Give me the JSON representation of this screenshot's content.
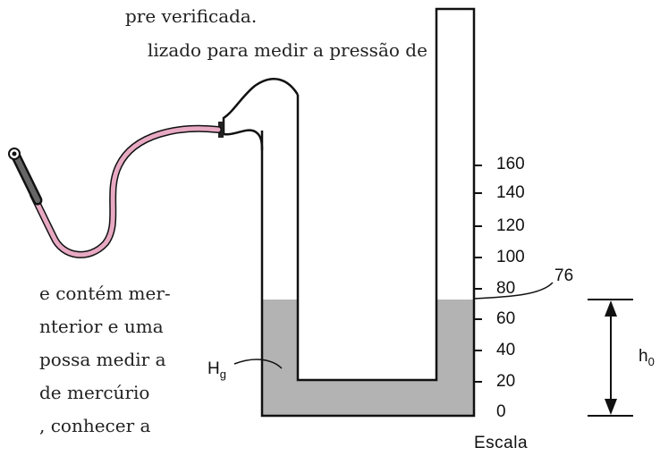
{
  "text_fragments": {
    "line1": "pre verificada.",
    "line2": "lizado para medir a pressão de",
    "line3": "e contém mer-",
    "line4": "nterior e uma",
    "line5": "possa medir a",
    "line6": "de  mercúrio",
    "line7": ",  conhecer  a"
  },
  "scale": {
    "marks": [
      "160",
      "140",
      "120",
      "100",
      "80",
      "60",
      "40",
      "20",
      "0"
    ],
    "caption": "Escala"
  },
  "labels": {
    "reading": "76",
    "height_label": "h",
    "height_sub": "0",
    "liquid_label": "H",
    "liquid_sub": "g"
  },
  "colors": {
    "mercury_fill": "#b3b3b3",
    "hose_color": "#e8a9c3",
    "outline": "#111111"
  }
}
